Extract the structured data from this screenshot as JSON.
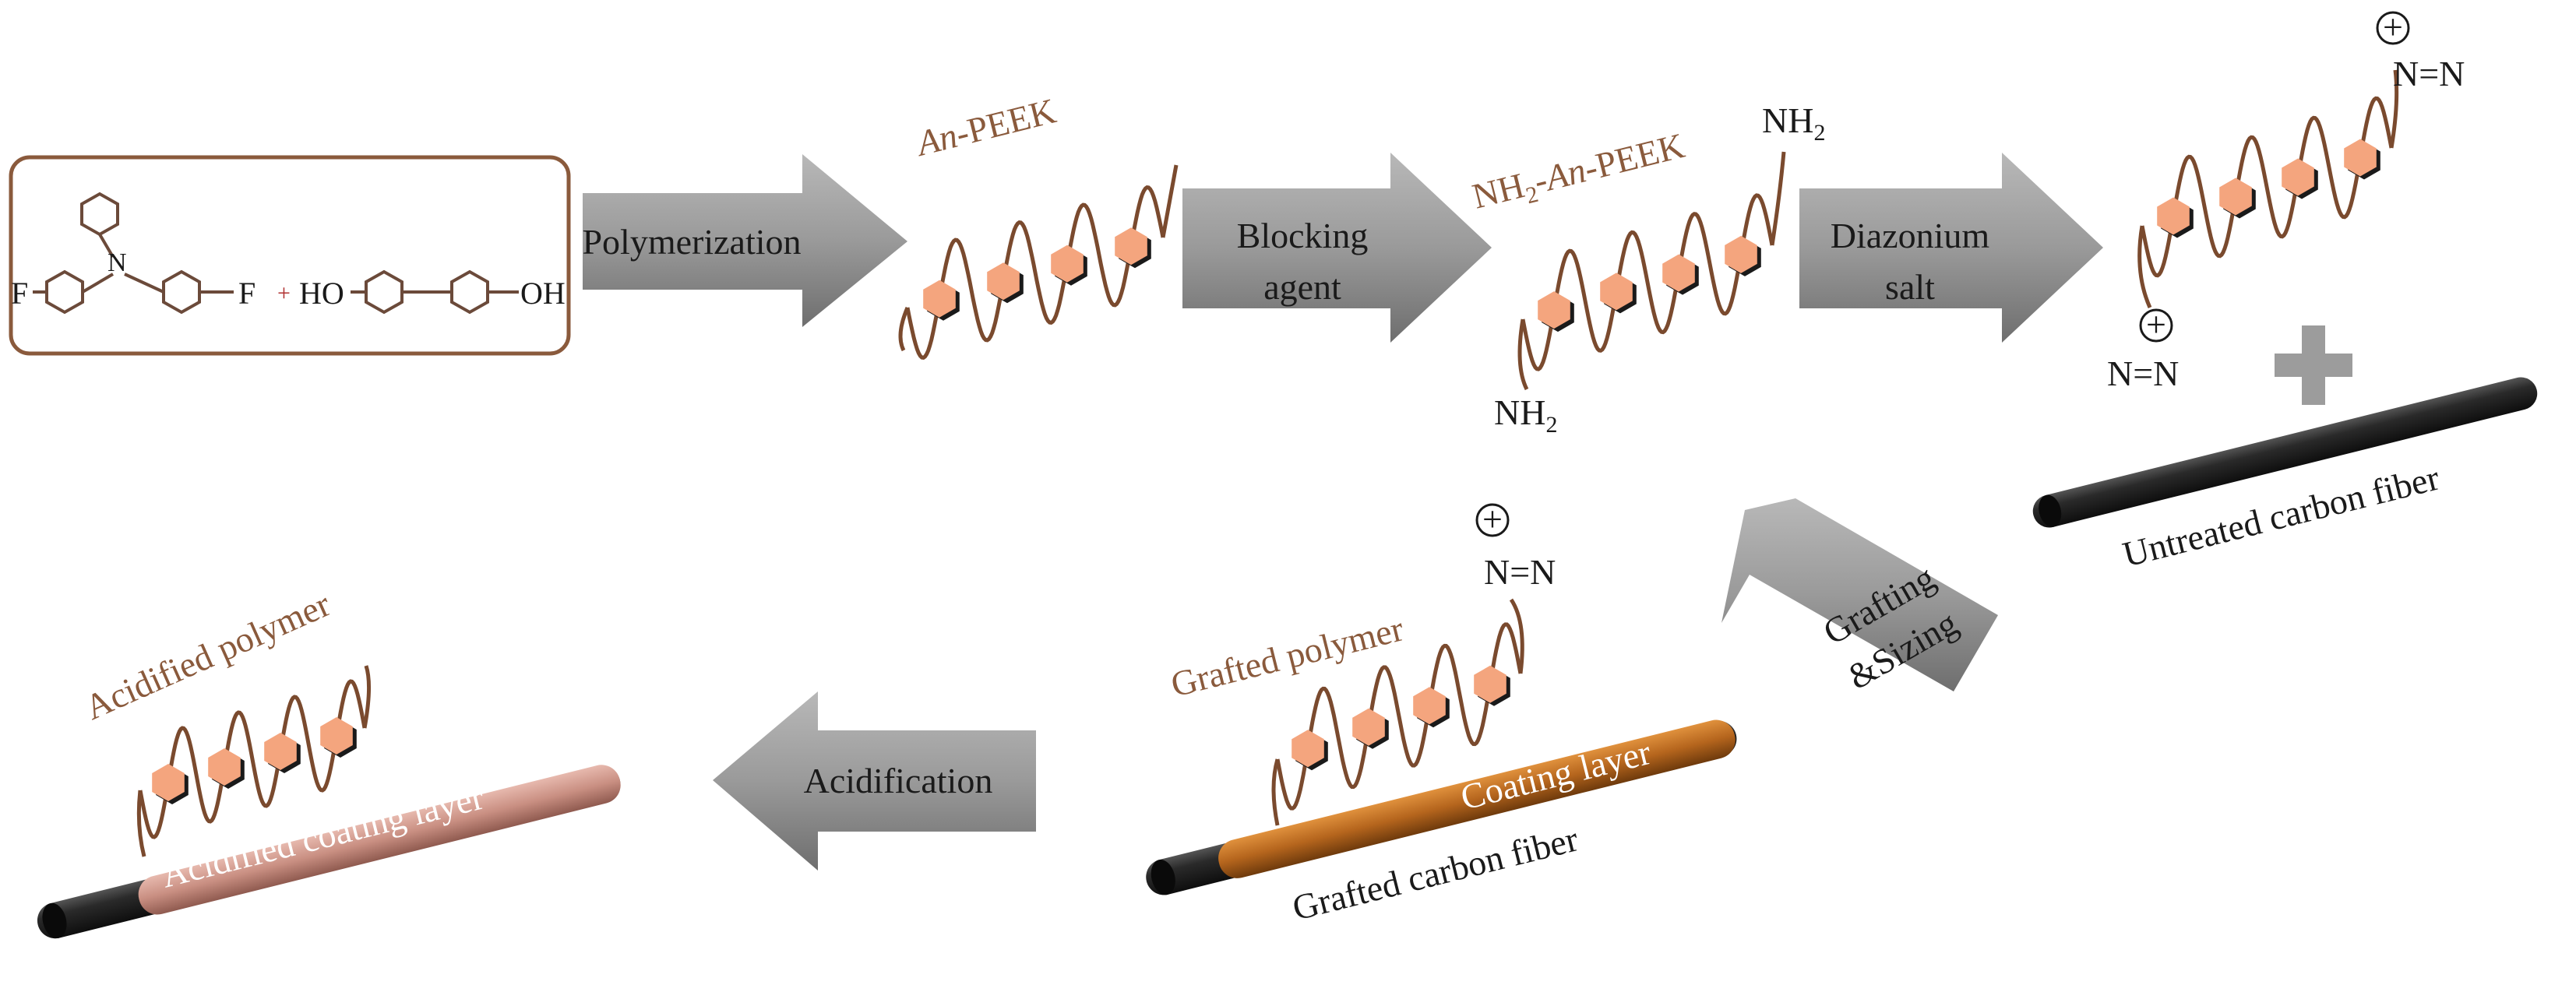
{
  "monomer_box": {
    "left_F": "F",
    "right_F": "F",
    "N": "N",
    "plus": "+",
    "left_OH": "HO",
    "right_OH": "OH"
  },
  "arrows": {
    "polymerization": "Polymerization",
    "blocking_line1": "Blocking",
    "blocking_line2": "agent",
    "diazonium_line1": "Diazonium",
    "diazonium_line2": "salt",
    "grafting_line1": "Grafting",
    "grafting_line2": "&Sizing",
    "acidification": "Acidification"
  },
  "labels": {
    "an_peek_italic": "An",
    "an_peek_rest": "-PEEK",
    "nh2_prefix": "NH",
    "nh2_sub": "2",
    "nh2_an": "An",
    "nh2_peek": "-PEEK",
    "nh2_top": "NH",
    "nh2_top_sub": "2",
    "nh2_bottom": "NH",
    "nh2_bottom_sub": "2",
    "diazo_top": "N=N",
    "diazo_bottom": "N=N",
    "diazo_grafted": "N=N",
    "plus_charge": "+",
    "big_plus": "+",
    "untreated_fiber": "Untreated carbon fiber",
    "grafted_polymer": "Grafted polymer",
    "coating_layer": "Coating layer",
    "grafted_fiber": "Grafted carbon fiber",
    "acidified_polymer": "Acidified polymer",
    "acidified_coating": "Acidified coating layer"
  },
  "colors": {
    "hexagon": "#f4a57e",
    "chain": "#7a4a2e",
    "label_brown": "#8a5a3c",
    "arrow_gray": "#8c8c8c",
    "fiber_dark": "#1e1e1e",
    "coating_orange": "#b5651d",
    "acid_coating": "#c98f82"
  }
}
